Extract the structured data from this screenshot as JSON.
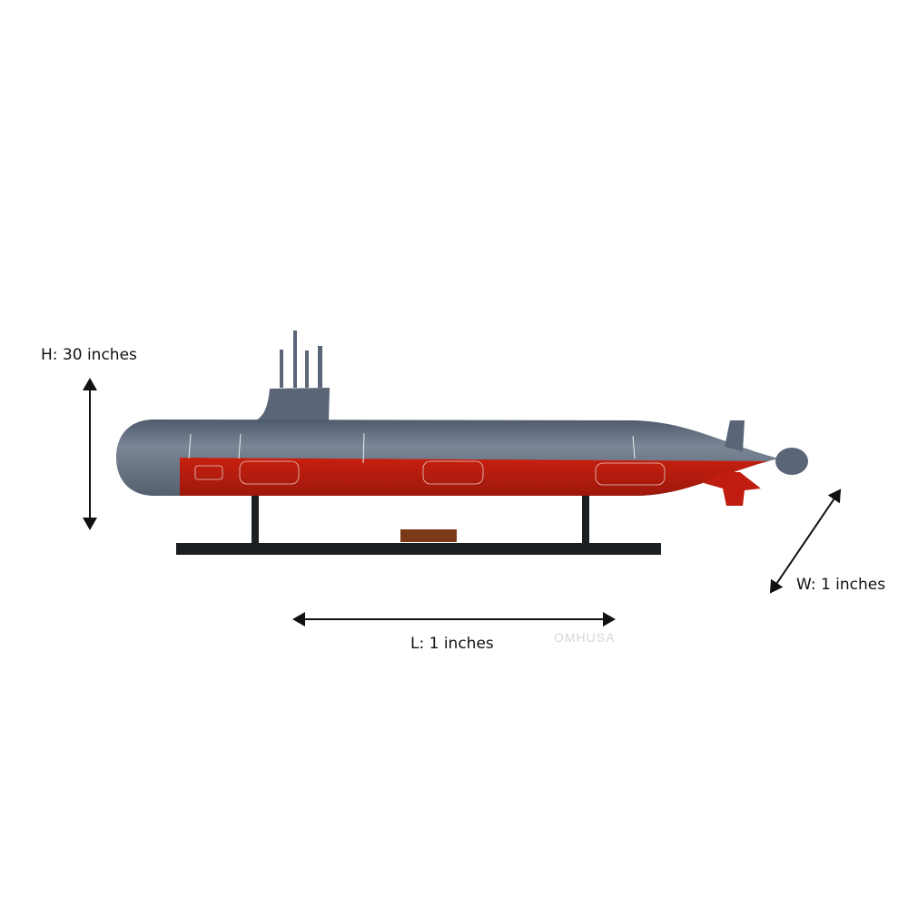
{
  "dimensions": {
    "height_label": "H: 30 inches",
    "length_label": "L: 1 inches",
    "width_label": "W: 1 inches"
  },
  "watermark": "OMHUSA",
  "colors": {
    "hull_gray": "#5a6677",
    "hull_red": "#b51c10",
    "stand": "#1c1f22",
    "arrow": "#111111"
  }
}
